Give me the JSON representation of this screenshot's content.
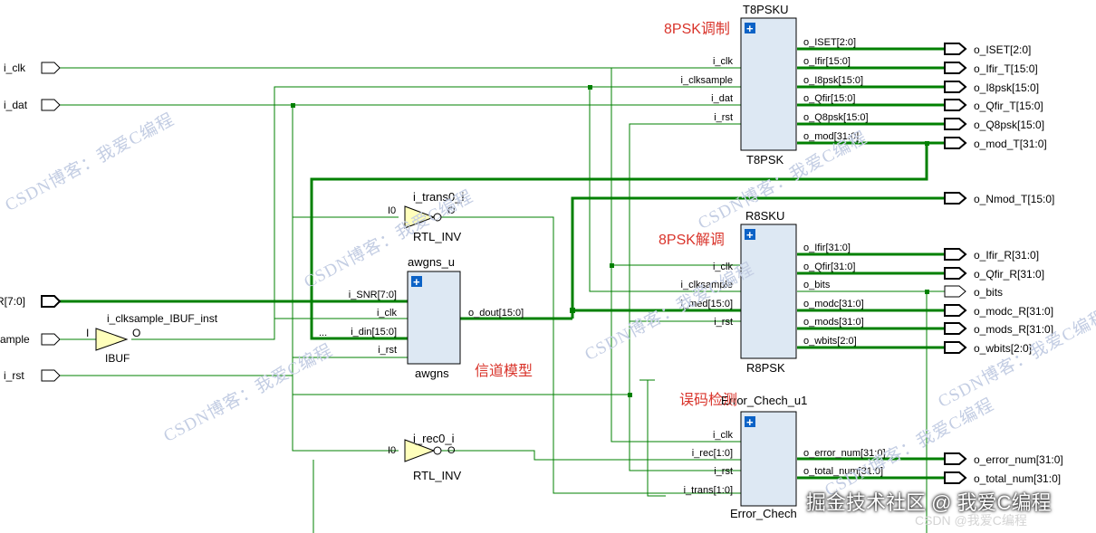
{
  "watermark": "CSDN博客：我爱C编程",
  "brand": "掘金技术社区 @ 我爱C编程",
  "brand_sub": "CSDN @我爱C编程",
  "colors": {
    "wire": "#008000",
    "block_fill": "#dde8f3",
    "block_stroke": "#000000",
    "annotation": "#d9342b",
    "buffer_fill": "#ffffbb"
  },
  "inputs": [
    "i_clk",
    "i_dat",
    "R[7:0]",
    "ample",
    "i_rst"
  ],
  "outputs": [
    "o_ISET[2:0]",
    "o_Ifir_T[15:0]",
    "o_I8psk[15:0]",
    "o_Qfir_T[15:0]",
    "o_Q8psk[15:0]",
    "o_mod_T[31:0]",
    "o_Nmod_T[15:0]",
    "o_Ifir_R[31:0]",
    "o_Qfir_R[31:0]",
    "o_bits",
    "o_modc_R[31:0]",
    "o_mods_R[31:0]",
    "o_wbits[2:0]",
    "o_error_num[31:0]",
    "o_total_num[31:0]"
  ],
  "blocks": {
    "t8psk": {
      "inst": "T8PSKU",
      "type": "T8PSK",
      "annotation": "8PSK调制",
      "in_ports": [
        "i_clk",
        "i_clksample",
        "i_dat",
        "i_rst"
      ],
      "out_ports": [
        "o_ISET[2:0]",
        "o_Ifir[15:0]",
        "o_I8psk[15:0]",
        "o_Qfir[15:0]",
        "o_Q8psk[15:0]",
        "o_mod[31:0]"
      ]
    },
    "r8psk": {
      "inst": "R8SKU",
      "type": "R8PSK",
      "annotation": "8PSK解调",
      "in_ports": [
        "i_clk",
        "i_clksample",
        "i_med[15:0]",
        "i_rst"
      ],
      "out_ports": [
        "o_Ifir[31:0]",
        "o_Qfir[31:0]",
        "o_bits",
        "o_modc[31:0]",
        "o_mods[31:0]",
        "o_wbits[2:0]"
      ]
    },
    "awgns": {
      "inst": "awgns_u",
      "type": "awgns",
      "annotation": "信道模型",
      "in_ports": [
        "i_SNR[7:0]",
        "i_clk",
        "i_din[15:0]",
        "i_rst"
      ],
      "out_ports": [
        "o_dout[15:0]"
      ]
    },
    "error": {
      "inst": "Error_Chech_u1",
      "type": "Error_Chech",
      "annotation": "误码检测",
      "in_ports": [
        "i_clk",
        "i_rec[1:0]",
        "i_rst",
        "i_trans[1:0]"
      ],
      "out_ports": [
        "o_error_num[31:0]",
        "o_total_num[31:0]"
      ]
    }
  },
  "inverters": [
    {
      "inst": "i_trans0_i",
      "type": "RTL_INV",
      "in": "I0",
      "out": "O"
    },
    {
      "inst": "i_rec0_i",
      "type": "RTL_INV",
      "in": "I0",
      "out": "O"
    }
  ],
  "ibuf": {
    "inst": "i_clksample_IBUF_inst",
    "type": "IBUF",
    "in": "I",
    "out": "O"
  },
  "misc": {
    "ellipsis": "..."
  }
}
